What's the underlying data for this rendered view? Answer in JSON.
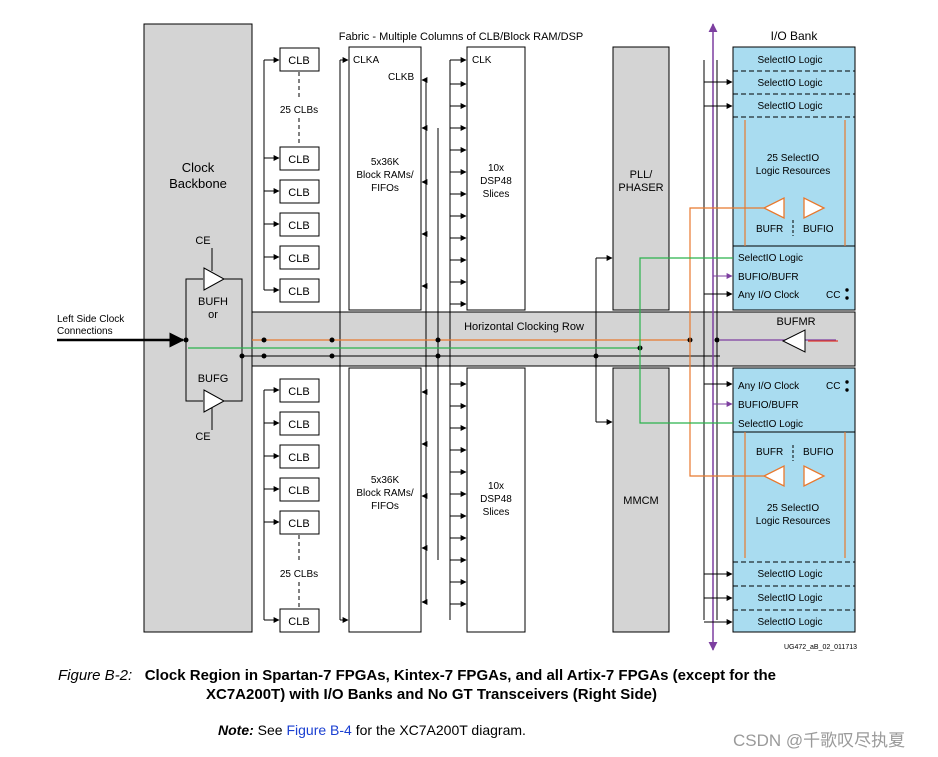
{
  "diagram": {
    "fabric_title": "Fabric - Multiple Columns of CLB/Block RAM/DSP",
    "io_bank_title": "I/O Bank",
    "clock_backbone": [
      "Clock",
      "Backbone"
    ],
    "ce": "CE",
    "bufh_or": [
      "BUFH",
      "or"
    ],
    "bufg": "BUFG",
    "left_side": [
      "Left Side Clock",
      "Connections"
    ],
    "clb": "CLB",
    "clbs_25": "25 CLBs",
    "clka": "CLKA",
    "clkb": "CLKB",
    "clk": "CLK",
    "bram": [
      "5x36K",
      "Block RAMs/",
      "FIFOs"
    ],
    "dsp": [
      "10x",
      "DSP48",
      "Slices"
    ],
    "pll": [
      "PLL/",
      "PHASER"
    ],
    "mmcm": "MMCM",
    "hcr": "Horizontal Clocking Row",
    "bufmr": "BUFMR",
    "selectio_logic": "SelectIO Logic",
    "selectio_res": [
      "25 SelectIO",
      "Logic Resources"
    ],
    "bufr": "BUFR",
    "bufio": "BUFIO",
    "bufio_bufr": "BUFIO/BUFR",
    "any_io_clock": "Any I/O Clock",
    "cc": "CC",
    "ref": "UG472_aB_02_011713"
  },
  "caption": {
    "figure": "Figure B-2:",
    "title_line1": "Clock Region in Spartan-7 FPGAs, Kintex-7 FPGAs, and all Artix-7 FPGAs (except for the",
    "title_line2": "XC7A200T) with I/O Banks and No GT Transceivers (Right Side)"
  },
  "note": {
    "label": "Note:",
    "pre": "See",
    "link": "Figure B-4",
    "post": "for the XC7A200T diagram."
  },
  "watermark": "CSDN @千歌叹尽执夏",
  "colors": {
    "gray_fill": "#d4d4d4",
    "io_fill": "#a9dcf0",
    "orange": "#e8792e",
    "green": "#2bb24c",
    "purple": "#7d3fa0",
    "red": "#e23a2a"
  }
}
